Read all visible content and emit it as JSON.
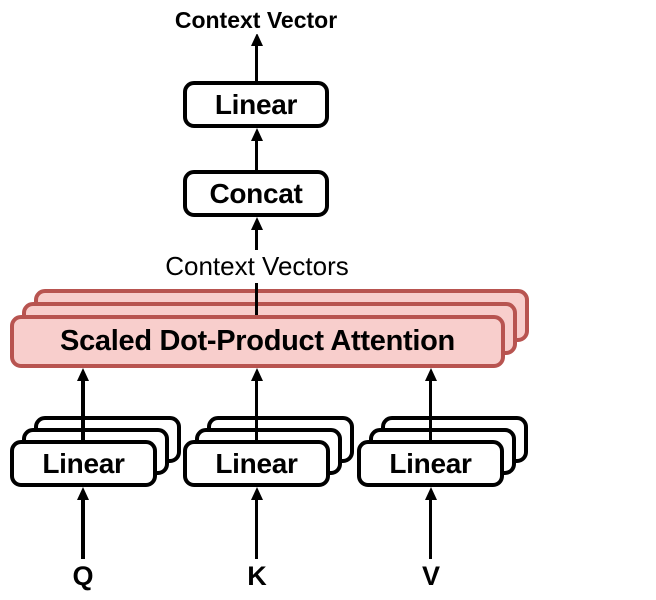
{
  "diagram": {
    "output_label": "Context Vector",
    "final_linear": "Linear",
    "concat": "Concat",
    "intermediate_label": "Context Vectors",
    "attention": "Scaled Dot-Product Attention",
    "projections": [
      {
        "label": "Linear",
        "input": "Q"
      },
      {
        "label": "Linear",
        "input": "K"
      },
      {
        "label": "Linear",
        "input": "V"
      }
    ],
    "colors": {
      "attention_fill": "#f8cecc",
      "attention_stroke": "#b85450",
      "box_fill": "#ffffff",
      "box_stroke": "#000000",
      "arrow": "#000000",
      "text": "#000000",
      "background": "#ffffff"
    }
  }
}
